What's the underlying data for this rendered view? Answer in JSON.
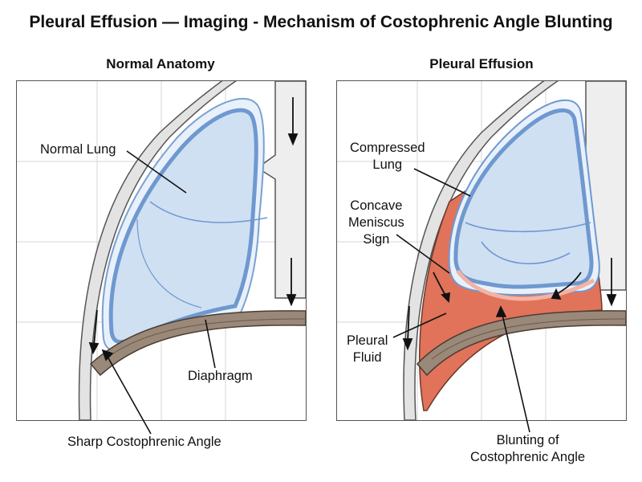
{
  "title": "Pleural Effusion — Imaging - Mechanism of Costophrenic Angle Blunting",
  "panels": {
    "left": {
      "heading": "Normal Anatomy",
      "labels": {
        "normal_lung": "Normal Lung",
        "diaphragm": "Diaphragm",
        "sharp_angle": "Sharp Costophrenic Angle"
      }
    },
    "right": {
      "heading": "Pleural Effusion",
      "labels": {
        "compressed_line1": "Compressed",
        "compressed_line2": "Lung",
        "concave_line1": "Concave",
        "concave_line2": "Meniscus",
        "concave_line3": "Sign",
        "pleural_line1": "Pleural",
        "pleural_line2": "Fluid",
        "blunting_line1": "Blunting of",
        "blunting_line2": "Costophrenic Angle"
      }
    }
  },
  "colors": {
    "lung_fill": "#cfe0f3",
    "lung_outline": "#6f98cf",
    "pleural_fluid": "#e0735a",
    "diaphragm": "#9a8878",
    "chest_wall": "#e4e4e4",
    "grid": "#d0d0d0"
  }
}
